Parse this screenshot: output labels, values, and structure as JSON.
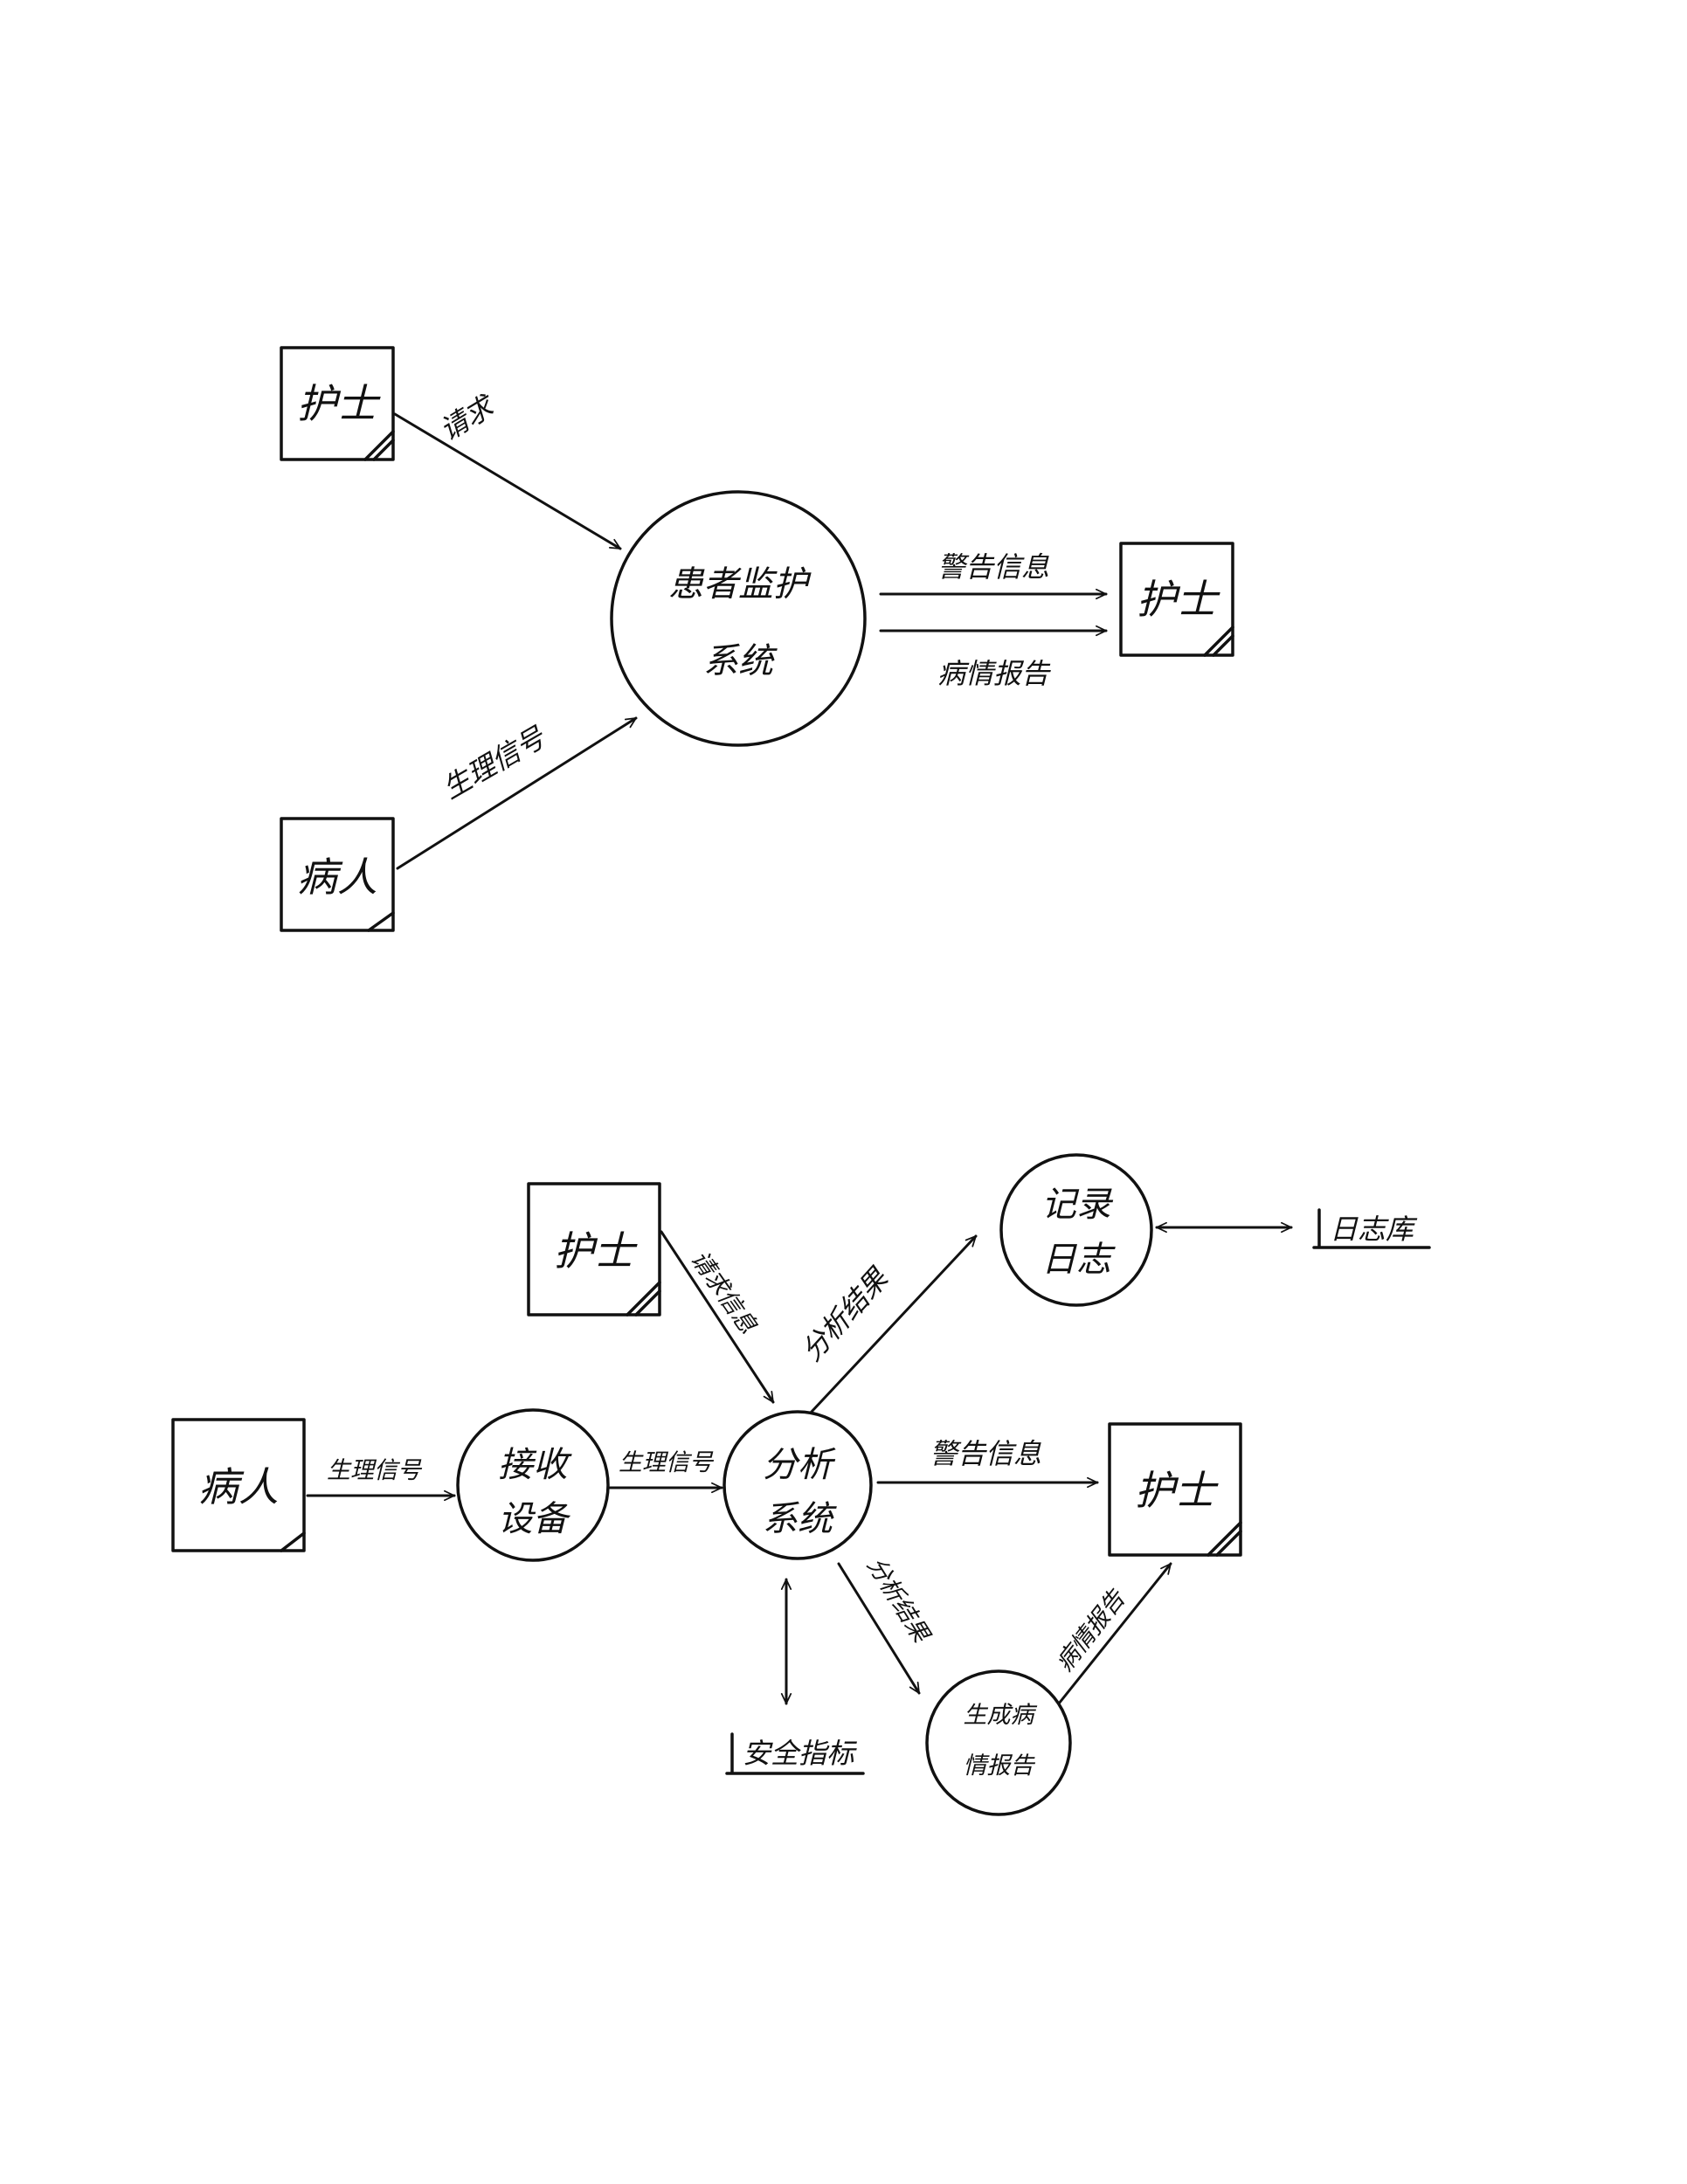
{
  "context_diagram": {
    "nurse_source": "护士",
    "request_flow": "请求",
    "system": {
      "line1": "患者监护",
      "line2": "系统"
    },
    "alert_flow": "警告信息",
    "nurse_sink": "护士",
    "report_flow": "病情报告",
    "physio_flow": "生理信号",
    "patient": "病人"
  },
  "level1_diagram": {
    "nurse_source": "护士",
    "request_flow": "请求信息",
    "record_flow": "分析结果",
    "log_process": {
      "line1": "记录",
      "line2": "日志"
    },
    "log_store": "日志库",
    "patient": "病人",
    "physio_flow_1": "生理信号",
    "receive_process": {
      "line1": "接收",
      "line2": "设备"
    },
    "physio_flow_2": "生理信号",
    "analysis_process": {
      "line1": "分析",
      "line2": "系统"
    },
    "alert_flow": "警告信息",
    "nurse_sink": "护士",
    "result_flow": "分析结果",
    "report_process": {
      "line1": "生成病",
      "line2": "情报告"
    },
    "report_flow": "病情报告",
    "safety_store": "安全指标"
  }
}
